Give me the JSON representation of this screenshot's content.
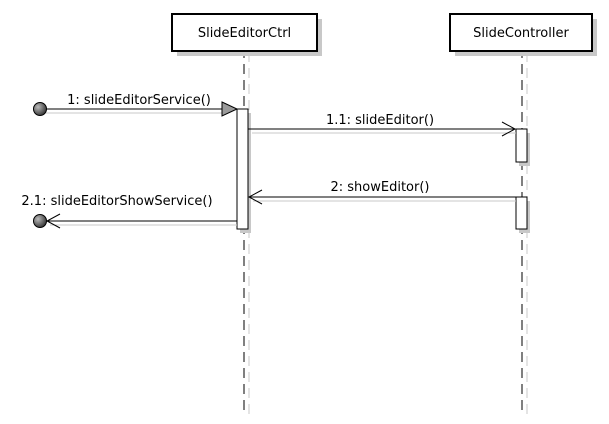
{
  "lifelines": [
    {
      "name": "SlideEditorCtrl"
    },
    {
      "name": "SlideController"
    }
  ],
  "messages": [
    {
      "number": "1:",
      "label": "slideEditorService()",
      "text": "1: slideEditorService()"
    },
    {
      "number": "1.1:",
      "label": "slideEditor()",
      "text": "1.1: slideEditor()"
    },
    {
      "number": "2:",
      "label": "showEditor()",
      "text": "2: showEditor()"
    },
    {
      "number": "2.1:",
      "label": "slideEditorShowService()",
      "text": "2.1: slideEditorShowService()"
    }
  ],
  "colors": {
    "line": "#000000",
    "shadow": "#c8c8c8",
    "box_fill": "#ffffff",
    "endpoint": "#555555"
  }
}
